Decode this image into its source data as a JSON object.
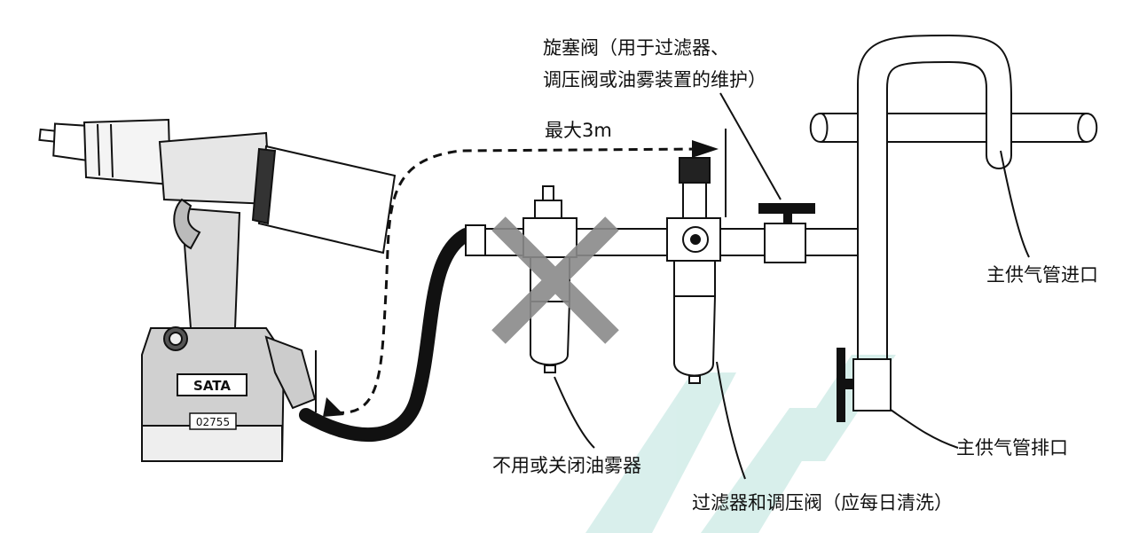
{
  "labels": {
    "valve_line1": "旋塞阀（用于过滤器、",
    "valve_line2": "调压阀或油雾装置的维护）",
    "max_distance": "最大3m",
    "main_inlet": "主供气管进口",
    "main_drain": "主供气管排口",
    "lubricator": "不用或关闭油雾器",
    "filter_regulator": "过滤器和调压阀（应每日清洗）"
  },
  "tool": {
    "brand": "SATA",
    "model_number": "02755"
  },
  "colors": {
    "watermark": "#2fa896",
    "cross": "#8a8a8a",
    "ink": "#111111"
  },
  "icons": {
    "lubricator_status": "x-cross-icon",
    "direction": "arrow-icon"
  }
}
